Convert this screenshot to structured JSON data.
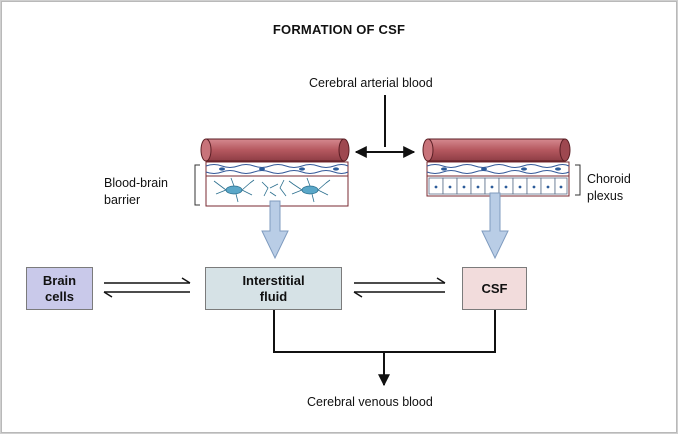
{
  "title": "FORMATION OF CSF",
  "labels": {
    "arterial": "Cerebral arterial blood",
    "venous": "Cerebral venous blood",
    "bbb_line1": "Blood-brain",
    "bbb_line2": "barrier",
    "choroid_line1": "Choroid",
    "choroid_line2": "plexus"
  },
  "boxes": {
    "brain_cells_line1": "Brain",
    "brain_cells_line2": "cells",
    "interstitial_line1": "Interstitial",
    "interstitial_line2": "fluid",
    "csf": "CSF"
  },
  "colors": {
    "brain_cells_fill": "#c9c9ea",
    "interstitial_fill": "#d6e2e6",
    "csf_fill": "#f2dcdc",
    "vessel_fill": "#b5585f",
    "arrow_fill": "#b9cde6"
  }
}
